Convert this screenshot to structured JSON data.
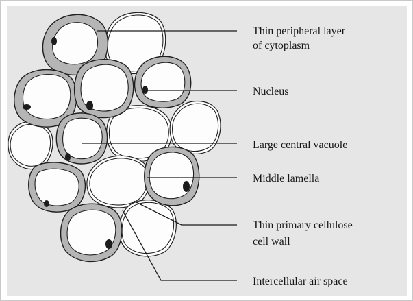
{
  "colors": {
    "panel": "#e6e6e6",
    "cytoplasm": "#b5b5b5",
    "vacuole": "#fdfdfd",
    "wall": "#1f1f1f",
    "nucleus": "#1c1c1c"
  },
  "labels": {
    "peripheral_cytoplasm": [
      "Thin peripheral layer",
      "of cytoplasm"
    ],
    "nucleus": "Nucleus",
    "vacuole": "Large central vacuole",
    "middle_lamella": "Middle lamella",
    "cell_wall": [
      "Thin primary cellulose",
      "cell wall"
    ],
    "air_space": "Intercellular air space"
  }
}
